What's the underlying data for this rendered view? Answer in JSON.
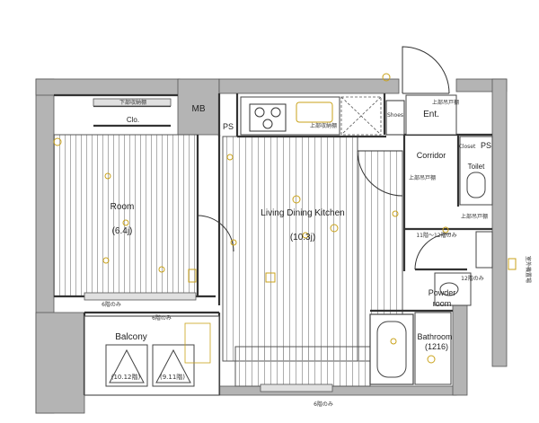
{
  "rooms": {
    "mb": "MB",
    "ps_top": "PS",
    "ps_right": "PS",
    "closet": "Clo.",
    "room_name": "Room",
    "room_size": "(6.4j)",
    "ldk_name": "Living Dining Kitchen",
    "ldk_size": "(10.3j)",
    "entrance": "Ent.",
    "shoes": "Shoes",
    "corridor": "Corridor",
    "toilet": "Toilet",
    "powder_line1": "Powder",
    "powder_line2": "room",
    "bath_name": "Bathroom",
    "bath_size": "(1216)",
    "balcony": "Balcony",
    "closet_right": "Closet"
  },
  "notes": {
    "gas_pipe": "下部収納棚",
    "range_hood": "上部収納棚",
    "stop_top": "上部吊戸棚",
    "top_right": "上部吊戸棚",
    "corridor_note": "上部吊戸棚",
    "fridge": "11階〜12階のみ",
    "ac_space": "12階のみ",
    "balcony_note_left": "(10.12階)",
    "balcony_note_right": "(9.11階)",
    "window_note_left": "6階のみ",
    "window_note_center": "6階のみ",
    "window_note_bottom": "6階のみ",
    "side_note": "室外機置場"
  },
  "colors": {
    "wall": "#b4b4b4",
    "wall_stroke": "#555555",
    "floor_line": "#8a8a8a",
    "fixture": "#c9a21a"
  }
}
